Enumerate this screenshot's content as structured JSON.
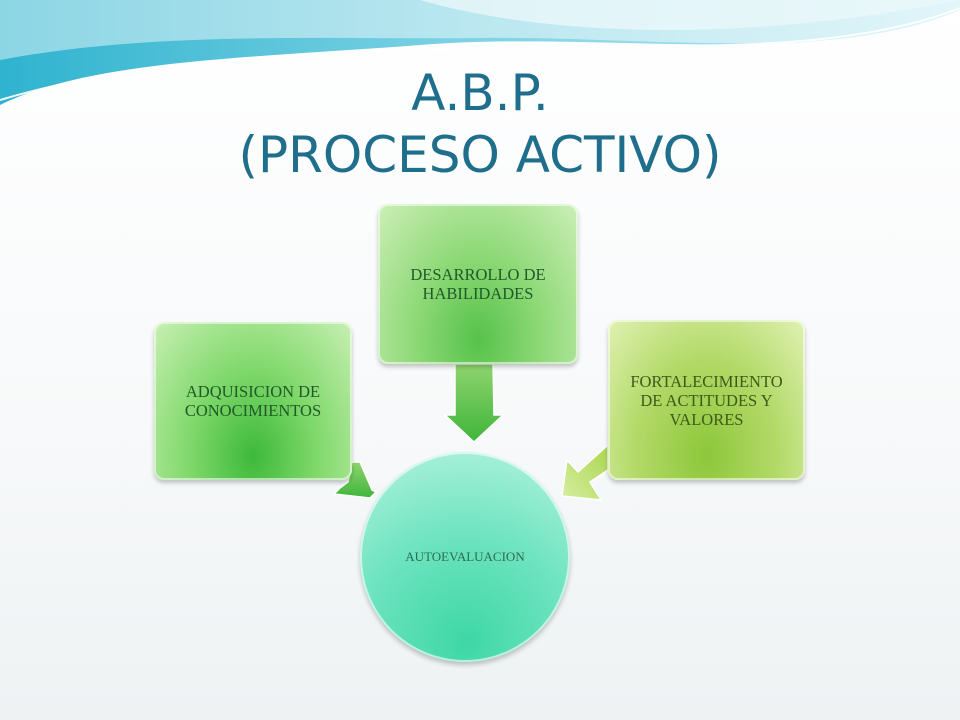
{
  "slide": {
    "title_line1": "A.B.P.",
    "title_line2": "(PROCESO ACTIVO)"
  },
  "diagram": {
    "nodes": [
      {
        "id": "adquisicion",
        "label": "ADQUISICION DE CONOCIMIENTOS"
      },
      {
        "id": "desarrollo",
        "label": "DESARROLLO DE HABILIDADES"
      },
      {
        "id": "fortalecimiento",
        "label": "FORTALECIMIENTO DE ACTITUDES Y VALORES"
      },
      {
        "id": "autoevaluacion",
        "label": "AUTOEVALUACION"
      }
    ],
    "edges": [
      {
        "from": "adquisicion",
        "to": "autoevaluacion"
      },
      {
        "from": "desarrollo",
        "to": "autoevaluacion"
      },
      {
        "from": "fortalecimiento",
        "to": "autoevaluacion"
      }
    ],
    "colors": {
      "title": "#1f6e8c",
      "box_green": "#56c24a",
      "box_lime": "#8dc73a",
      "circle_teal": "#3ed7a5"
    }
  }
}
